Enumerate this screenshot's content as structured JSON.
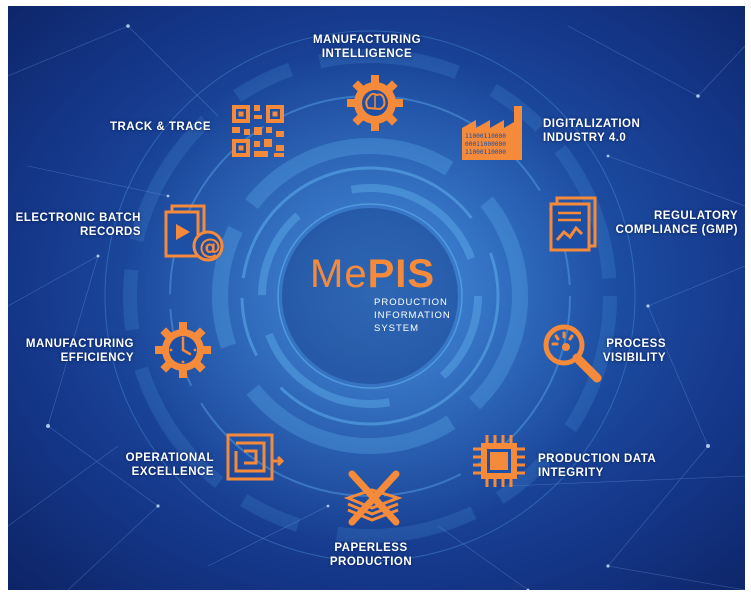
{
  "logo": {
    "prefix": "Me",
    "name": "PIS",
    "subtitle": [
      "PRODUCTION",
      "INFORMATION",
      "SYSTEM"
    ]
  },
  "features": [
    {
      "id": "manufacturing-intelligence",
      "lines": [
        "MANUFACTURING",
        "INTELLIGENCE"
      ],
      "icon": "brain-gear-icon"
    },
    {
      "id": "digitalization",
      "lines": [
        "DIGITALIZATION",
        "INDUSTRY 4.0"
      ],
      "icon": "factory-binary-icon",
      "binary": [
        "11000110000",
        "00011000000",
        "11000110000"
      ]
    },
    {
      "id": "regulatory-compliance",
      "lines": [
        "REGULATORY",
        "COMPLIANCE (GMP)"
      ],
      "icon": "document-chart-icon"
    },
    {
      "id": "process-visibility",
      "lines": [
        "PROCESS",
        "VISIBILITY"
      ],
      "icon": "magnifier-icon"
    },
    {
      "id": "production-data-integrity",
      "lines": [
        "PRODUCTION DATA",
        "INTEGRITY"
      ],
      "icon": "chip-icon"
    },
    {
      "id": "paperless-production",
      "lines": [
        "PAPERLESS",
        "PRODUCTION"
      ],
      "icon": "crossed-paper-icon"
    },
    {
      "id": "operational-excellence",
      "lines": [
        "OPERATIONAL",
        "EXCELLENCE"
      ],
      "icon": "maze-icon"
    },
    {
      "id": "manufacturing-efficiency",
      "lines": [
        "MANUFACTURING",
        "EFFICIENCY"
      ],
      "icon": "clock-gear-icon"
    },
    {
      "id": "electronic-batch-records",
      "lines": [
        "ELECTRONIC BATCH",
        "RECORDS"
      ],
      "icon": "media-email-icon"
    },
    {
      "id": "track-trace",
      "lines": [
        "TRACK & TRACE"
      ],
      "icon": "qr-code-icon"
    }
  ],
  "colors": {
    "accent": "#f58a3a",
    "background": "#1d4fa4",
    "ring": "#5aa9e8"
  }
}
